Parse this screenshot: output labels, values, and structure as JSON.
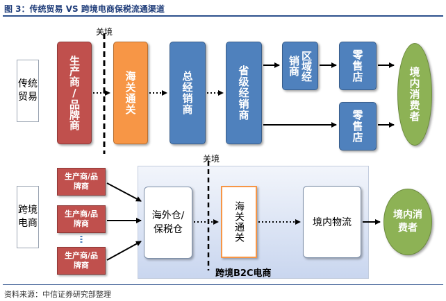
{
  "figure": {
    "title": "图 3：传统贸易 VS 跨境电商保税流通渠道",
    "source": "资料来源：中信证券研究部整理"
  },
  "traditional": {
    "row_label": "传统贸易",
    "customs_label": "关境",
    "producer": "生产商/品牌商",
    "customs": "海关通关",
    "general_distributor": "总经销商",
    "provincial_distributor": "省级经销商",
    "regional_distributor": "区域经销商",
    "retail_1": "零售店",
    "retail_2": "零售店",
    "consumer": "境内消费者"
  },
  "crossborder": {
    "row_label": "跨境电商",
    "customs_label": "关境",
    "producers": [
      "生产商/品牌商",
      "生产商/品牌商",
      "生产商/品牌商"
    ],
    "warehouse": "海外仓/保税仓",
    "customs": "海关通关",
    "logistics": "境内物流",
    "consumer": "境内消费者",
    "region_label": "跨境B2C电商"
  },
  "colors": {
    "producer": "#c0504d",
    "customs": "#f79646",
    "distributor": "#4f81bd",
    "consumer": "#8db255",
    "b2c_region": "#c9d6ef",
    "title": "#1f3d7a"
  }
}
